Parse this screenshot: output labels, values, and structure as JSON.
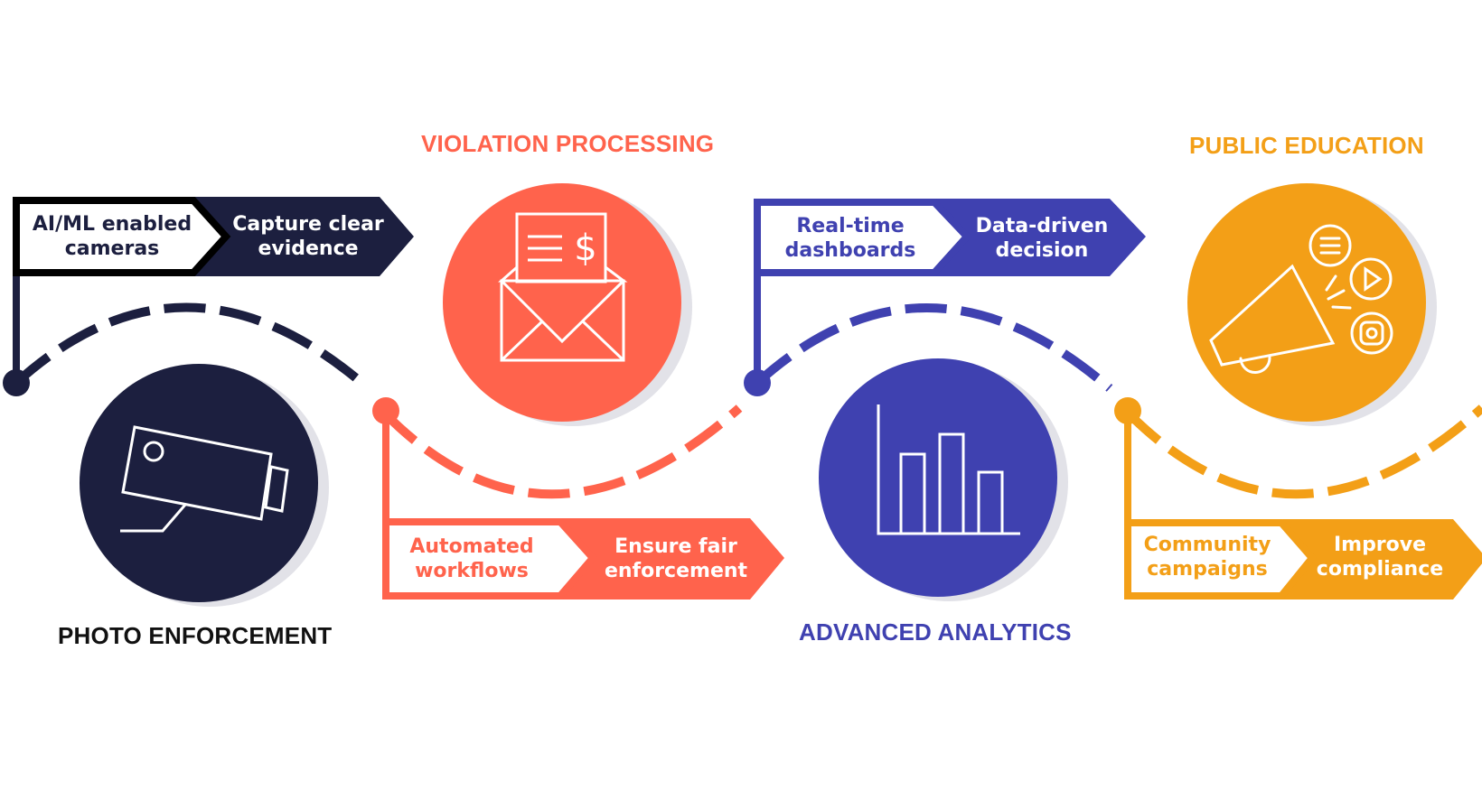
{
  "colors": {
    "navy": "#1c1f3f",
    "coral": "#ff634c",
    "indigo": "#3f41b0",
    "amber": "#f39f17",
    "shadow": "#e2e2e8",
    "white": "#ffffff",
    "title_black": "#111111"
  },
  "stages": [
    {
      "id": "photo-enforcement",
      "title": "PHOTO ENFORCEMENT",
      "icon": "security-camera-icon",
      "flag_left": "AI/ML enabled\ncameras",
      "flag_left_lines": [
        "AI/ML enabled",
        "cameras"
      ],
      "flag_right_lines": [
        "Capture clear",
        "evidence"
      ]
    },
    {
      "id": "violation-processing",
      "title": "VIOLATION PROCESSING",
      "icon": "envelope-invoice-icon",
      "flag_left_lines": [
        "Automated",
        "workflows"
      ],
      "flag_right_lines": [
        "Ensure fair",
        "enforcement"
      ]
    },
    {
      "id": "advanced-analytics",
      "title": "ADVANCED ANALYTICS",
      "icon": "bar-chart-icon",
      "flag_left_lines": [
        "Real-time",
        "dashboards"
      ],
      "flag_right_lines": [
        "Data-driven",
        "decision"
      ]
    },
    {
      "id": "public-education",
      "title": "PUBLIC EDUCATION",
      "icon": "megaphone-social-icon",
      "flag_left_lines": [
        "Community",
        "campaigns"
      ],
      "flag_right_lines": [
        "Improve",
        "compliance"
      ]
    }
  ]
}
